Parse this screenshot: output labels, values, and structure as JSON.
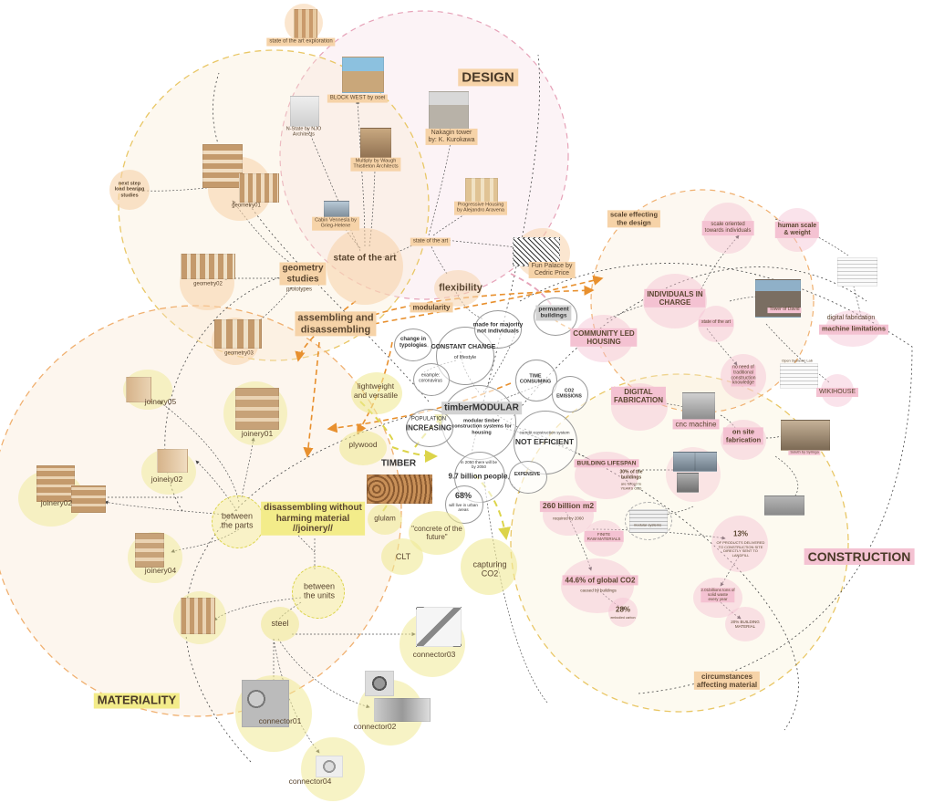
{
  "colors": {
    "design": "#e6a2b8",
    "materiality": "#f0c07a",
    "construction": "#e9c766",
    "center": "#9c9c9c",
    "arrow_orange": "#e8902e",
    "line_dark": "#333333",
    "hl_orange": "#f6d3a8",
    "hl_yellow": "#f3ec8a",
    "hl_pink": "#f4c2d2",
    "hl_gray": "#d2d2d2",
    "text": "#5a4630"
  },
  "regions": {
    "design": "DESIGN",
    "construction": "CONSTRUCTION",
    "materiality": "MATERIALITY"
  },
  "design": {
    "state_of_art_exploration": "state of the art exploration",
    "block_west": "BLOCK WEST by ooei",
    "nagakin": "Nakagin tower\nby: K. Kurokawa",
    "n_state": "N-State by NJO\nArchitects",
    "multiply": "Multiply by Waugh\nThistleton Architects",
    "progressive_housing": "Progressive Housing\nby Alejandro Aravena",
    "cabin": "Cabin Vennesla by\nGrieg-Helene",
    "state_of_art": "state of the art",
    "state_of_art_small": "state of the art",
    "fun_palace": "Fun Palace by\nCedric Price",
    "flexibility": "flexibility",
    "modularity": "modularity",
    "geometry_studies": "geometry\nstudies",
    "prototypes": "prototypes",
    "assembling": "assembling and\ndisassembling",
    "next_step": "next step\nload bearing\nstudies",
    "geometry01": "geometry01",
    "geometry02": "geometry02",
    "geometry03": "geometry03"
  },
  "center": {
    "title": "timberMODULAR",
    "subtitle": "modular timber\nconstruction systems for\nhousing",
    "permanent": "permanent\nbuildings",
    "made_for_majority": "made for majority\nnot individuals",
    "constant_change": "CONSTANT CHANGE",
    "of_lifestyle": "of lifestyle",
    "change_typologies": "change in\ntypologies",
    "example": "example:\ncoronavirus",
    "population": "POPULATION",
    "increasing": "INCREASING",
    "time_consuming": "TIME\nCONSUMING",
    "co2_emissions": "CO2\nEMISSIONS",
    "not_efficient": "NOT EFFICIENT",
    "current_system": "current construction system",
    "expensive": "EXPENSIVE",
    "by2050": "in 2050 there will be\nby 2050",
    "nine_billion": "9.7 billion people",
    "sixtyeight": "68%",
    "will_live": "will live in urban\nareas"
  },
  "construction": {
    "scale_effecting": "scale effecting\nthe design",
    "scale_oriented": "scale oriented\ntowards individuals",
    "human_scale": "human scale\n& weight",
    "individuals": "INDIVIDUALS IN\nCHARGE",
    "state_of_art": "state of the art",
    "tower_david": "Tower of David",
    "community": "COMMUNITY LED\nHOUSING",
    "no_need": "no need of\ntraditional\nconstruction\nknowledge",
    "digital_fab_small": "digital fabrication",
    "machine_limitations": "machine limitations",
    "open_system_lab": "Open Systems Lab",
    "wikihouse": "WIKIHOUSE",
    "digital_fab": "DIGITAL\nFABRICATION",
    "cnc": "cnc machine",
    "on_site": "on site\nfabrication",
    "solution": "Soluth by Syringa",
    "building_lifespan": "BUILDING LIFESPAN",
    "thirty_percent": "30% of the\nbuildings",
    "lifespan_note": "are forced to\nYEARS OLD",
    "two_sixty": "260 billion m2",
    "required": "required by 2060",
    "finite": "FINITE\nRAW MATERIALS",
    "thirteen": "13%",
    "thirteen_note": "OF PRODUCTS DELIVERED\nTO CONSTRUCTION SITE\nDIRECTLY SENT TO\nLANDFILL",
    "forty_four": "44.6% of global CO2",
    "caused": "caused by buildings",
    "twenty_eight": "28%",
    "embodied": "embodied carbon",
    "two_point": "2.01billions tons of\nsolid waste\nevery year",
    "twenty_percent": "20% BUILDING\nMATERIAL",
    "circumstances": "circumstances\naffecting material",
    "modular_footnote": "modular systems"
  },
  "materiality": {
    "lightweight": "lightweight\nand versatile",
    "plywood": "plywood",
    "timber": "TIMBER",
    "glulam": "glulam",
    "concrete_future": "\"concrete of the\nfuture\"",
    "clt": "CLT",
    "capturing": "capturing\nCO2",
    "disassembling": "disassembling without\nharming material\n//joinery//",
    "between_parts": "between\nthe parts",
    "between_units": "between\nthe units",
    "steel": "steel",
    "joinery01": "joinery01",
    "joinery02a": "joinery02",
    "joinery02b": "joinery02",
    "joinery04": "joinery04",
    "joinery05": "joinery05",
    "connector01": "connector01",
    "connector02": "connector02",
    "connector03": "connector03",
    "connector04": "connector04"
  }
}
